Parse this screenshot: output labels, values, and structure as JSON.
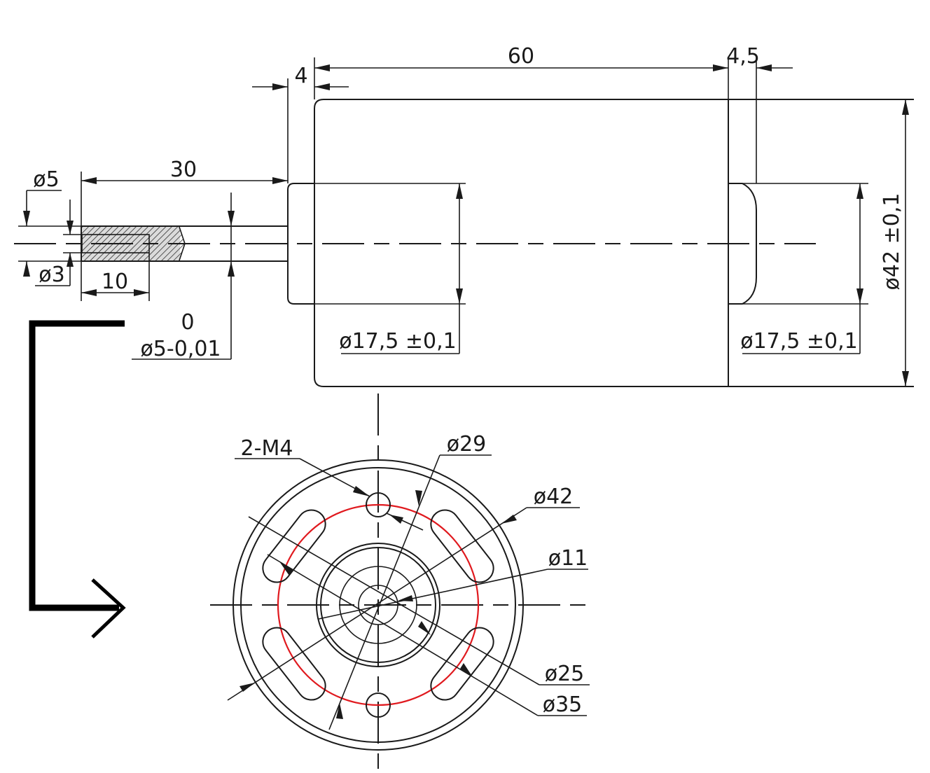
{
  "side_view": {
    "length_body": "60",
    "length_flange": "4",
    "length_rear": "4,5",
    "length_shaft": "30",
    "shaft_diameter": "ø5",
    "bore_diameter": "ø3",
    "bore_depth": "10",
    "shaft_tolerance_upper": "0",
    "shaft_tolerance_main": "ø5-0,01",
    "front_boss_diameter": "ø17,5 ±0,1",
    "rear_boss_diameter": "ø17,5 ±0,1",
    "body_diameter": "ø42 ±0,1"
  },
  "end_view": {
    "mount_holes": "2-M4",
    "pitch_circle": "ø29",
    "outer_diameter": "ø42",
    "inner_diameter": "ø11",
    "boss_diameter": "ø25",
    "vent_diameter": "ø35"
  },
  "colors": {
    "line": "#1a1a1a",
    "pitch_circle": "#e0191e",
    "arrow": "#000000"
  }
}
